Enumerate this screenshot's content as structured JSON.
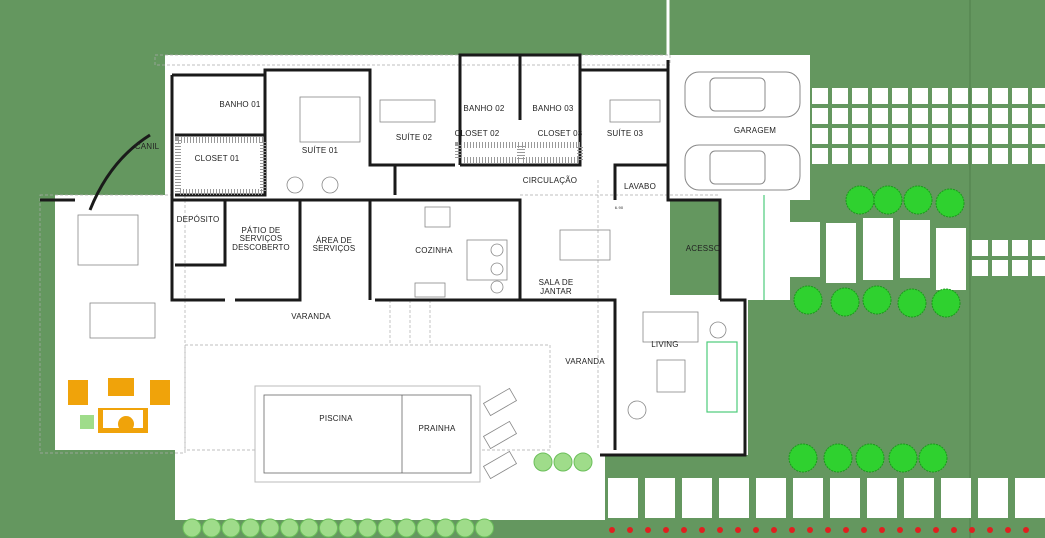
{
  "plan": {
    "rooms": {
      "banho01": "BANHO 01",
      "closet01": "CLOSET 01",
      "suite01": "SUÍTE 01",
      "suite02": "SUÍTE 02",
      "banho02": "BANHO 02",
      "banho03": "BANHO 03",
      "closet02": "CLOSET 02",
      "closet03": "CLOSET 03",
      "suite03": "SUÍTE 03",
      "circulacao": "CIRCULAÇÃO",
      "lavabo": "LAVABO",
      "garagem": "GARAGEM",
      "canil": "CANIL",
      "deposito": "DEPÓSITO",
      "patio_l1": "PÁTIO DE",
      "patio_l2": "SERVIÇOS",
      "patio_l3": "DESCOBERTO",
      "area_l1": "ÁREA DE",
      "area_l2": "SERVIÇOS",
      "cozinha": "COZINHA",
      "sala_l1": "SALA DE",
      "sala_l2": "JANTAR",
      "acesso": "ACESSO",
      "varanda1": "VARANDA",
      "varanda2": "VARANDA",
      "living": "LIVING",
      "piscina": "PISCINA",
      "prainha": "PRAINHA"
    },
    "dimension": "6.90",
    "colors": {
      "lawn": "#64975f",
      "tree": "#2fd12f",
      "shrub": "#9fdc8a",
      "furniture_accent": "#f0a30a",
      "flower": "#e02020"
    }
  }
}
